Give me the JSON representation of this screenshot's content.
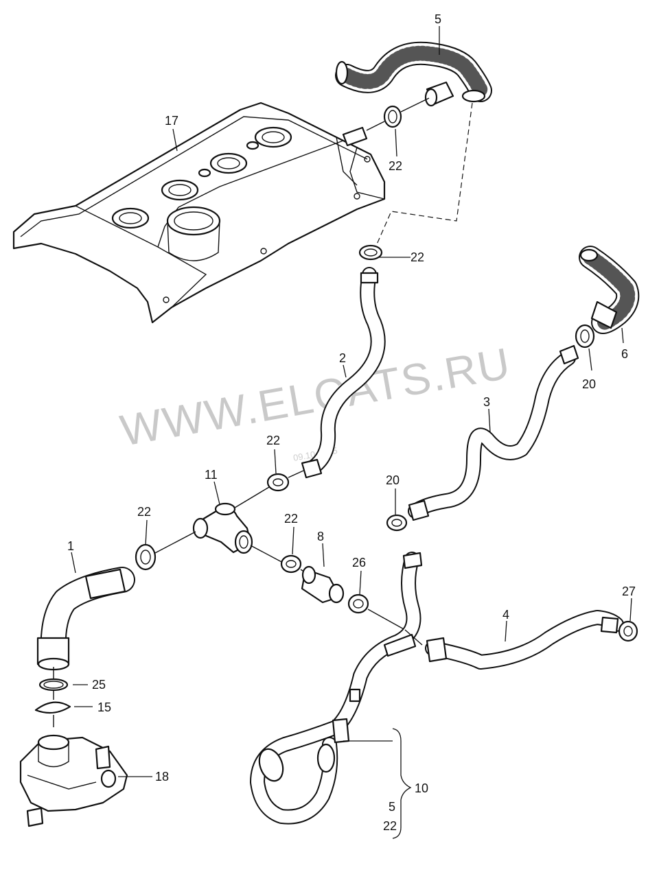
{
  "watermark": {
    "text": "WWW.ELCATS.RU",
    "date": "09.10.2015"
  },
  "callouts": [
    {
      "id": "c5-top",
      "text": "5"
    },
    {
      "id": "c17",
      "text": "17"
    },
    {
      "id": "c22-a",
      "text": "22"
    },
    {
      "id": "c22-b",
      "text": "22"
    },
    {
      "id": "c6",
      "text": "6"
    },
    {
      "id": "c20-a",
      "text": "20"
    },
    {
      "id": "c2",
      "text": "2"
    },
    {
      "id": "c3",
      "text": "3"
    },
    {
      "id": "c22-c",
      "text": "22"
    },
    {
      "id": "c11",
      "text": "11"
    },
    {
      "id": "c20-b",
      "text": "20"
    },
    {
      "id": "c22-d",
      "text": "22"
    },
    {
      "id": "c22-e",
      "text": "22"
    },
    {
      "id": "c8",
      "text": "8"
    },
    {
      "id": "c26",
      "text": "26"
    },
    {
      "id": "c1",
      "text": "1"
    },
    {
      "id": "c27",
      "text": "27"
    },
    {
      "id": "c4",
      "text": "4"
    },
    {
      "id": "c25",
      "text": "25"
    },
    {
      "id": "c15",
      "text": "15"
    },
    {
      "id": "c18",
      "text": "18"
    },
    {
      "id": "c10",
      "text": "10"
    },
    {
      "id": "c5-bottom",
      "text": "5"
    },
    {
      "id": "c22-f",
      "text": "22"
    }
  ]
}
